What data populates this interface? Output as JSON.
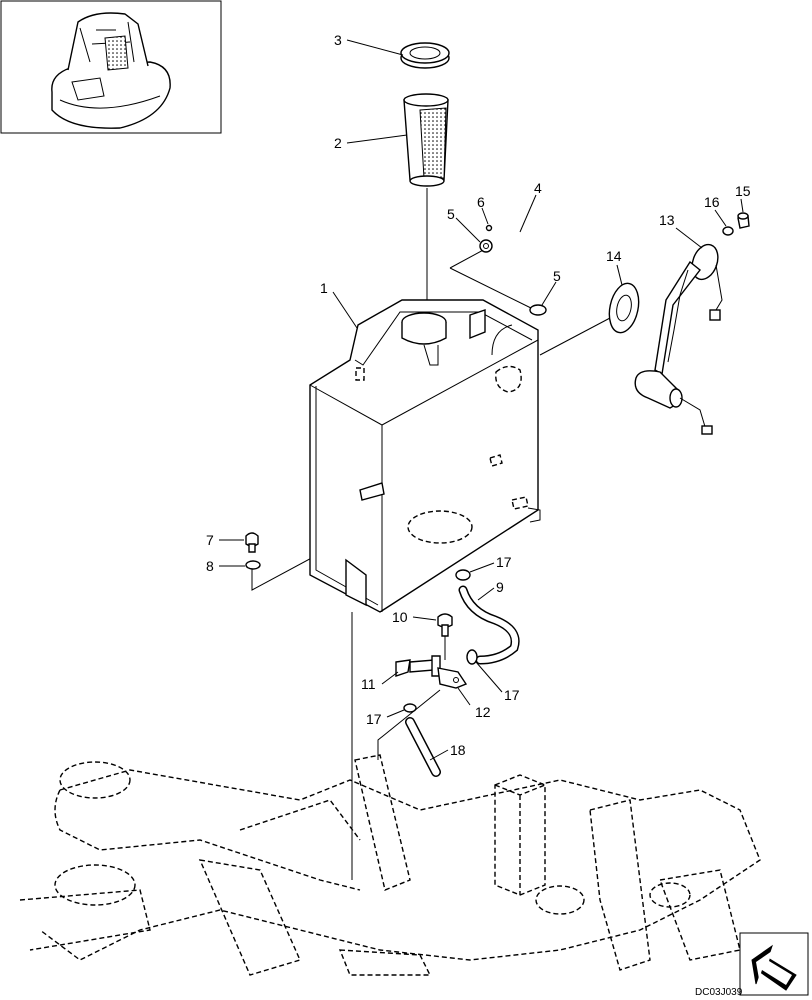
{
  "diagram": {
    "drawing_code": "DC03J039",
    "callouts": [
      "1",
      "2",
      "3",
      "4",
      "5",
      "5",
      "6",
      "7",
      "8",
      "9",
      "10",
      "11",
      "12",
      "13",
      "14",
      "15",
      "16",
      "17",
      "17",
      "17",
      "18"
    ]
  }
}
